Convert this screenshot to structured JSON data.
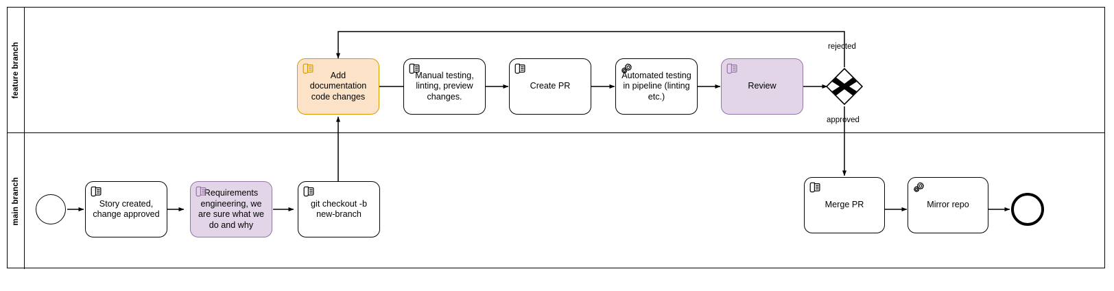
{
  "diagram": {
    "type": "bpmn-process",
    "pool": {
      "lanes": [
        {
          "id": "feature",
          "label": "feature branch"
        },
        {
          "id": "main",
          "label": "main branch"
        }
      ]
    }
  },
  "nodes": {
    "start_event": {
      "name": "start-event",
      "label": ""
    },
    "story_created": {
      "label": "Story created, change approved",
      "icon": "manual-task-hand-icon",
      "fill": "#FFFFFF"
    },
    "requirements": {
      "label": "Requirements engineering, we are sure what we do and why",
      "icon": "manual-task-hand-icon",
      "fill": "#E1D5E7"
    },
    "git_checkout": {
      "label": "git checkout -b new-branch",
      "icon": "manual-task-hand-icon",
      "fill": "#FFFFFF"
    },
    "add_docs": {
      "label": "Add documentation code changes",
      "icon": "manual-task-hand-icon",
      "fill": "#FCE3C8"
    },
    "manual_testing": {
      "label": "Manual testing, linting, preview changes.",
      "icon": "manual-task-hand-icon",
      "fill": "#FFFFFF"
    },
    "create_pr": {
      "label": "Create PR",
      "icon": "manual-task-hand-icon",
      "fill": "#FFFFFF"
    },
    "automated_testing": {
      "label": "Automated testing in pipeline (linting etc.)",
      "icon": "service-task-gear-icon",
      "fill": "#FFFFFF"
    },
    "review": {
      "label": "Review",
      "icon": "manual-task-hand-icon",
      "fill": "#E1D5E7"
    },
    "gateway": {
      "label": "",
      "icon": "exclusive-gateway-x-icon"
    },
    "merge_pr": {
      "label": "Merge PR",
      "icon": "manual-task-hand-icon",
      "fill": "#FFFFFF"
    },
    "mirror_repo": {
      "label": "Mirror repo",
      "icon": "service-task-gear-icon",
      "fill": "#FFFFFF"
    },
    "end_event": {
      "name": "end-event",
      "label": ""
    }
  },
  "edge_labels": {
    "rejected": "rejected",
    "approved": "approved"
  },
  "colors": {
    "stroke": "#000000",
    "orange_fill": "#FCE3C8",
    "orange_stroke": "#D79B00",
    "purple_fill": "#E1D5E7",
    "purple_stroke": "#9673A6",
    "background": "#FFFFFF"
  }
}
